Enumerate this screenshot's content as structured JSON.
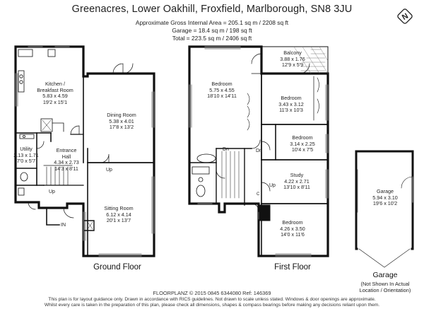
{
  "header": {
    "title": "Greenacres, Lower Oakhill, Froxfield, Marlborough, SN8 3JU",
    "area_line_1": "Approximate Gross Internal Area = 205.1 sq m / 2208 sq ft",
    "area_line_2": "Garage = 18.4 sq m / 198 sq ft",
    "area_line_3": "Total = 223.5 sq m / 2406 sq ft"
  },
  "ground_floor": {
    "label": "Ground Floor",
    "rooms": {
      "kitchen": {
        "name1": "Kitchen /",
        "name2": "Breakfast Room",
        "dim_m": "5.83 x 4.59",
        "dim_ft": "19'2 x 15'1"
      },
      "dining": {
        "name": "Dining Room",
        "dim_m": "5.38 x 4.01",
        "dim_ft": "17'8 x 13'2"
      },
      "utility": {
        "name": "Utility",
        "dim_m": "2.13 x 1.71",
        "dim_ft": "7'0 x 5'7"
      },
      "hall": {
        "name1": "Entrance",
        "name2": "Hall",
        "dim_m": "4.34 x 2.73",
        "dim_ft": "14'3 x 8'11"
      },
      "sitting": {
        "name": "Sitting Room",
        "dim_m": "6.12 x 4.14",
        "dim_ft": "20'1 x 13'7"
      }
    },
    "markers": {
      "up1": "Up",
      "up2": "Up",
      "in": "IN"
    }
  },
  "first_floor": {
    "label": "First Floor",
    "rooms": {
      "bedroom1": {
        "name": "Bedroom",
        "dim_m": "5.75 x 4.55",
        "dim_ft": "18'10 x 14'11"
      },
      "balcony": {
        "name": "Balcony",
        "dim_m": "3.88 x 1.76",
        "dim_ft": "12'9 x 5'9"
      },
      "bedroom2": {
        "name": "Bedroom",
        "dim_m": "3.43 x 3.12",
        "dim_ft": "11'3 x 10'3"
      },
      "bedroom3": {
        "name": "Bedroom",
        "dim_m": "3.14 x 2.25",
        "dim_ft": "10'4 x 7'5"
      },
      "study": {
        "name": "Study",
        "dim_m": "4.22 x 2.71",
        "dim_ft": "13'10 x 8'11"
      },
      "bedroom4": {
        "name": "Bedroom",
        "dim_m": "4.26 x 3.50",
        "dim_ft": "14'0 x 11'6"
      }
    },
    "markers": {
      "dn1": "Dn",
      "dn2": "Dn",
      "up": "Up",
      "cupboard": "C"
    }
  },
  "garage": {
    "label": "Garage",
    "note1": "(Not Shown In Actual",
    "note2": "Location / Orientation)",
    "room": {
      "name": "Garage",
      "dim_m": "5.94 x 3.10",
      "dim_ft": "19'6 x 10'2"
    }
  },
  "footer": {
    "line1": "FLOORPLANZ © 2015     0845 6344080    Ref: 146369",
    "line2": "This plan is for layout guidance only. Drawn in accordance with RICS guidelines. Not drawn to scale unless stated. Windows & door openings are approximate.",
    "line3": "Whilst every care is taken in the preparation of this plan, please check all dimensions, shapes & compass bearings before making any decisions reliant upon them."
  },
  "logo": {
    "letter": "N"
  }
}
